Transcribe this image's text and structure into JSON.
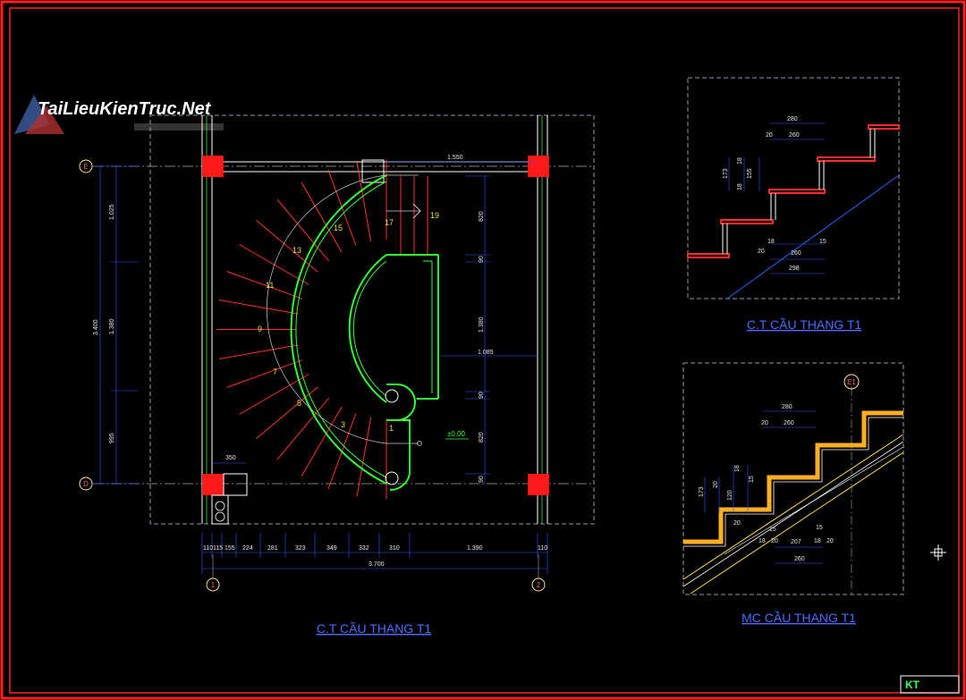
{
  "logo": {
    "text": "TaiLieuKienTruc.Net"
  },
  "plan": {
    "caption": "C.T CẦU THANG T1",
    "axis_e": "E",
    "axis_d": "D",
    "axis_1": "1",
    "axis_2": "2",
    "level": "±0,00",
    "top_dim": "1.550",
    "mid_dim": "1.085",
    "small_box_dim": "350",
    "left_total": "3.400",
    "left_dims": [
      "1.025",
      "1.380",
      "995"
    ],
    "right_dims": [
      "820",
      "90",
      "1.380",
      "90",
      "820",
      "90"
    ],
    "bottom_dims": [
      "110",
      "115",
      "155",
      "224",
      "281",
      "323",
      "349",
      "332",
      "310",
      "1.390",
      "110"
    ],
    "bottom_total": "3.700",
    "step_numbers": [
      "1",
      "3",
      "5",
      "7",
      "9",
      "11",
      "13",
      "15",
      "17",
      "19"
    ]
  },
  "detail_top": {
    "caption": "C.T CẦU THANG T1",
    "dims": {
      "d280": "280",
      "d20a": "20",
      "d260a": "260",
      "d173": "173",
      "d18a": "18",
      "d155": "155",
      "d18b": "18",
      "d15": "15",
      "d20b": "20",
      "d260b": "260",
      "d298": "298"
    }
  },
  "detail_bottom": {
    "caption": "MC CẦU THANG T1",
    "axis": "E1",
    "dims": {
      "d280": "280",
      "d20a": "20",
      "d260a": "260",
      "d173": "173",
      "d20b": "20",
      "d120": "120",
      "d18a": "18",
      "d15a": "15",
      "d20c": "20",
      "d15b": "15",
      "d18b": "18",
      "d20d": "20",
      "d207": "207",
      "d18c": "18",
      "d20e": "20",
      "d260b": "260"
    }
  },
  "title_block": {
    "code": "KT"
  }
}
